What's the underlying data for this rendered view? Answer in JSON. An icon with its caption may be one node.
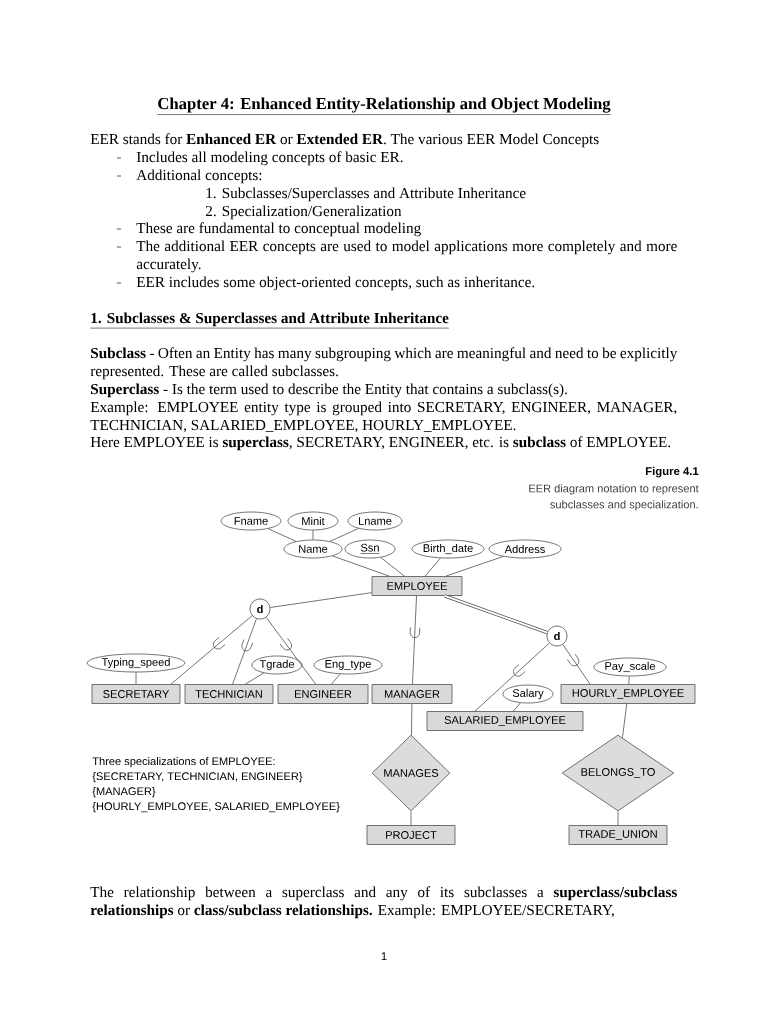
{
  "diagram": {
    "title": "Chapter 4: Enhanced Entity-Relationship and Object Modeling",
    "caption": "EER diagram notation to represent subclasses and specialization.",
    "nodes": [
      {
        "text": [
          "Fname"
        ]
      },
      {
        "text": [
          "Minit"
        ]
      },
      {
        "text": [
          "Lname"
        ]
      },
      {
        "text": [
          "Name"
        ]
      },
      {
        "text": [
          "Ssn"
        ]
      },
      {
        "text": [
          "Birth_date"
        ]
      },
      {
        "text": [
          "Address"
        ]
      },
      {
        "text": [
          "EMPLOYEE"
        ]
      },
      {
        "text": [
          "d"
        ]
      },
      {
        "text": [
          "d"
        ]
      },
      {
        "text": [
          "Typing_speed"
        ]
      },
      {
        "text": [
          "Tgrade"
        ]
      },
      {
        "text": [
          "Eng_type"
        ]
      },
      {
        "text": [
          "Pay_scale"
        ]
      },
      {
        "text": [
          "SECRETARY"
        ]
      },
      {
        "text": [
          "TECHNICIAN"
        ]
      },
      {
        "text": [
          "ENGINEER"
        ]
      },
      {
        "text": [
          "MANAGER"
        ]
      },
      {
        "text": [
          "Salary"
        ]
      },
      {
        "text": [
          "HOURLY_EMPLOYEE"
        ]
      },
      {
        "text": [
          "SALARIED_EMPLOYEE"
        ]
      },
      {
        "text": [
          "MANAGES"
        ]
      },
      {
        "text": [
          "BELONGS_TO"
        ]
      },
      {
        "text": [
          "PROJECT"
        ]
      },
      {
        "text": [
          "TRADE_UNION"
        ]
      }
    ],
    "edges": [
      {
        "from": 0,
        "to": 3,
        "arrow": "none"
      },
      {
        "from": 1,
        "to": 3,
        "arrow": "none"
      },
      {
        "from": 2,
        "to": 3,
        "arrow": "none"
      },
      {
        "from": 3,
        "to": 7,
        "arrow": "none"
      },
      {
        "from": 4,
        "to": 7,
        "arrow": "none"
      },
      {
        "from": 5,
        "to": 7,
        "arrow": "none"
      },
      {
        "from": 6,
        "to": 7,
        "arrow": "none"
      },
      {
        "from": 7,
        "to": 8,
        "arrow": "none"
      },
      {
        "from": 7,
        "to": 9,
        "arrow": "none",
        "style": "thick"
      },
      {
        "from": 8,
        "to": 14,
        "arrow": "none"
      },
      {
        "from": 8,
        "to": 15,
        "arrow": "none"
      },
      {
        "from": 8,
        "to": 16,
        "arrow": "none"
      },
      {
        "from": 7,
        "to": 17,
        "arrow": "none"
      },
      {
        "from": 9,
        "to": 20,
        "arrow": "none"
      },
      {
        "from": 9,
        "to": 19,
        "arrow": "none"
      },
      {
        "from": 10,
        "to": 14,
        "arrow": "none"
      },
      {
        "from": 11,
        "to": 15,
        "arrow": "none"
      },
      {
        "from": 12,
        "to": 16,
        "arrow": "none"
      },
      {
        "from": 13,
        "to": 19,
        "arrow": "none"
      },
      {
        "from": 18,
        "to": 20,
        "arrow": "none"
      },
      {
        "from": 17,
        "to": 21,
        "arrow": "none"
      },
      {
        "from": 21,
        "to": 23,
        "arrow": "none"
      },
      {
        "from": 19,
        "to": 22,
        "arrow": "none"
      },
      {
        "from": 22,
        "to": 24,
        "arrow": "none"
      }
    ],
    "labels": [
      "EER stands for **Enhanced ER** or **Extended ER**. The various EER Model Concepts",
      "Includes all modeling concepts of basic ER.",
      "Additional concepts:",
      "1. Subclasses/Superclasses and Attribute Inheritance",
      "2. Specialization/Generalization",
      "These are fundamental to conceptual modeling",
      "The additional EER concepts are used to model applications more completely and more accurately.",
      "EER includes some object-oriented concepts, such as inheritance.",
      "1. Subclasses & Superclasses and Attribute Inheritance",
      "**Subclass** - Often an Entity has many subgrouping which are meaningful and need to be explicitly represented. These are called subclasses.",
      "**Superclass** - Is the term used to describe the Entity that contains a subclass(s).",
      "Example: EMPLOYEE entity type is grouped into SECRETARY, ENGINEER, MANAGER, TECHNICIAN, SALARIED_EMPLOYEE, HOURLY_EMPLOYEE.",
      "Here EMPLOYEE is **superclass**, SECRETARY, ENGINEER, etc. is **subclass** of EMPLOYEE.",
      "Figure 4.1",
      "Three specializations of EMPLOYEE:",
      "{SECRETARY, TECHNICIAN, ENGINEER}",
      "{MANAGER}",
      "{HOURLY_EMPLOYEE, SALARIED_EMPLOYEE}",
      "The relationship between a superclass and any of its subclasses a **superclass/subclass relationships** or **class/subclass relationships.** Example: EMPLOYEE/SECRETARY,",
      "1"
    ]
  }
}
